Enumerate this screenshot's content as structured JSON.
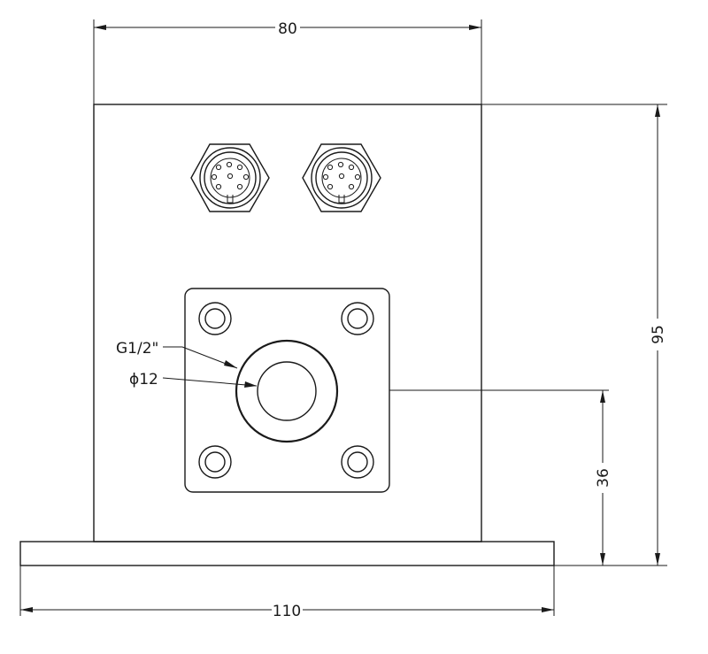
{
  "dimensions": {
    "top_width": "80",
    "right_height": "95",
    "port_height": "36",
    "bottom_width": "110"
  },
  "callouts": {
    "thread": "G1/2\"",
    "diameter": "ϕ12"
  }
}
